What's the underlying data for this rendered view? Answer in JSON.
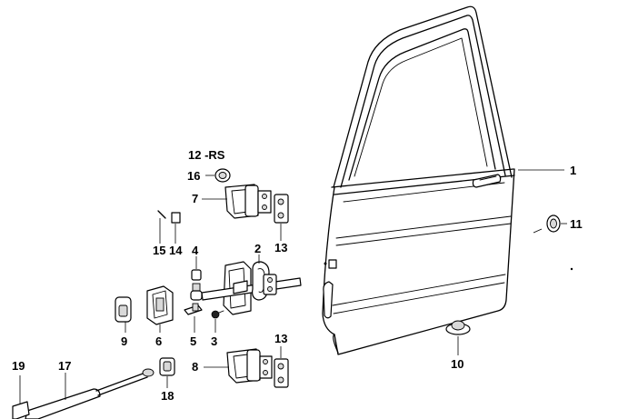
{
  "callouts": {
    "c1": "1",
    "c2": "2",
    "c3": "3",
    "c4": "4",
    "c5": "5",
    "c6": "6",
    "c7": "7",
    "c8": "8",
    "c9": "9",
    "c10": "10",
    "c11": "11",
    "c12": "12 -RS",
    "c13a": "13",
    "c13b": "13",
    "c14": "14",
    "c15": "15",
    "c16": "16",
    "c17": "17",
    "c18": "18",
    "c19": "19"
  }
}
